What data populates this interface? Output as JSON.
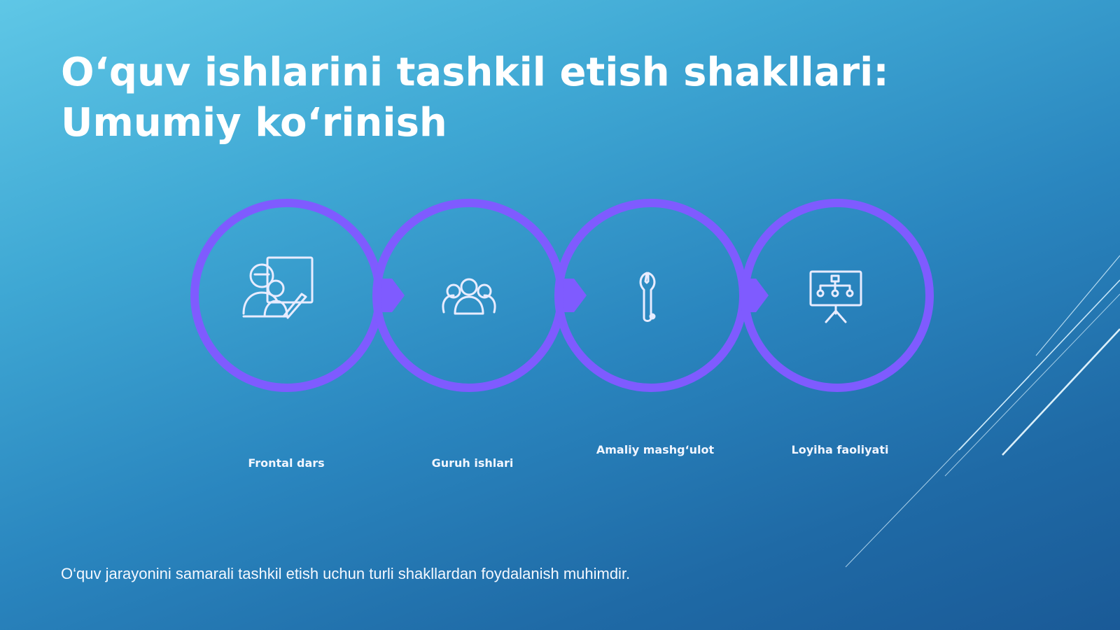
{
  "slide": {
    "title": "O‘quv ishlarini tashkil etish shakllari: Umumiy ko‘rinish",
    "footer_text": "O‘quv jarayonini samarali tashkil etish uchun turli shakllardan foydalanish muhimdir.",
    "colors": {
      "background_top": "#5fc7e6",
      "background_bottom": "#1a5a97",
      "ring": "#7f5bff",
      "icon": "#e8ecff",
      "text": "#ffffff"
    },
    "steps": [
      {
        "label": "Frontal dars",
        "icon": "teacher-board-icon"
      },
      {
        "label": "Guruh ishlari",
        "icon": "group-people-icon"
      },
      {
        "label": "Amaliy mashg‘ulot",
        "icon": "wrench-icon"
      },
      {
        "label": "Loyiha faoliyati",
        "icon": "presentation-hierarchy-icon"
      }
    ]
  }
}
